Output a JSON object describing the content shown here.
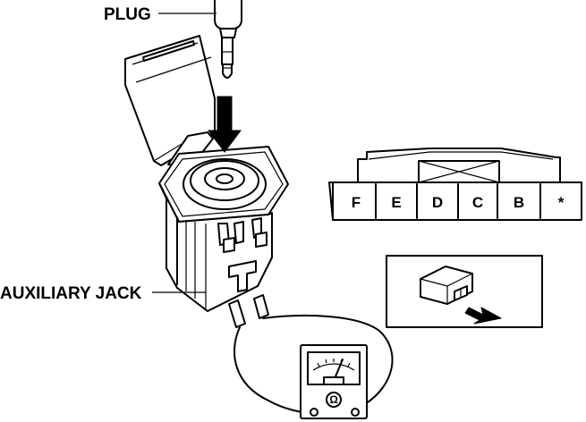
{
  "labels": {
    "plug": "PLUG",
    "auxiliary_jack": "AUXILIARY JACK"
  },
  "connector": {
    "pins": [
      "F",
      "E",
      "D",
      "C",
      "B",
      "*"
    ]
  },
  "meter": {
    "symbol": "Ω"
  },
  "icons": {
    "insert_arrow": "down-arrow-icon",
    "connector_pointer": "pointer-arrow-icon"
  }
}
